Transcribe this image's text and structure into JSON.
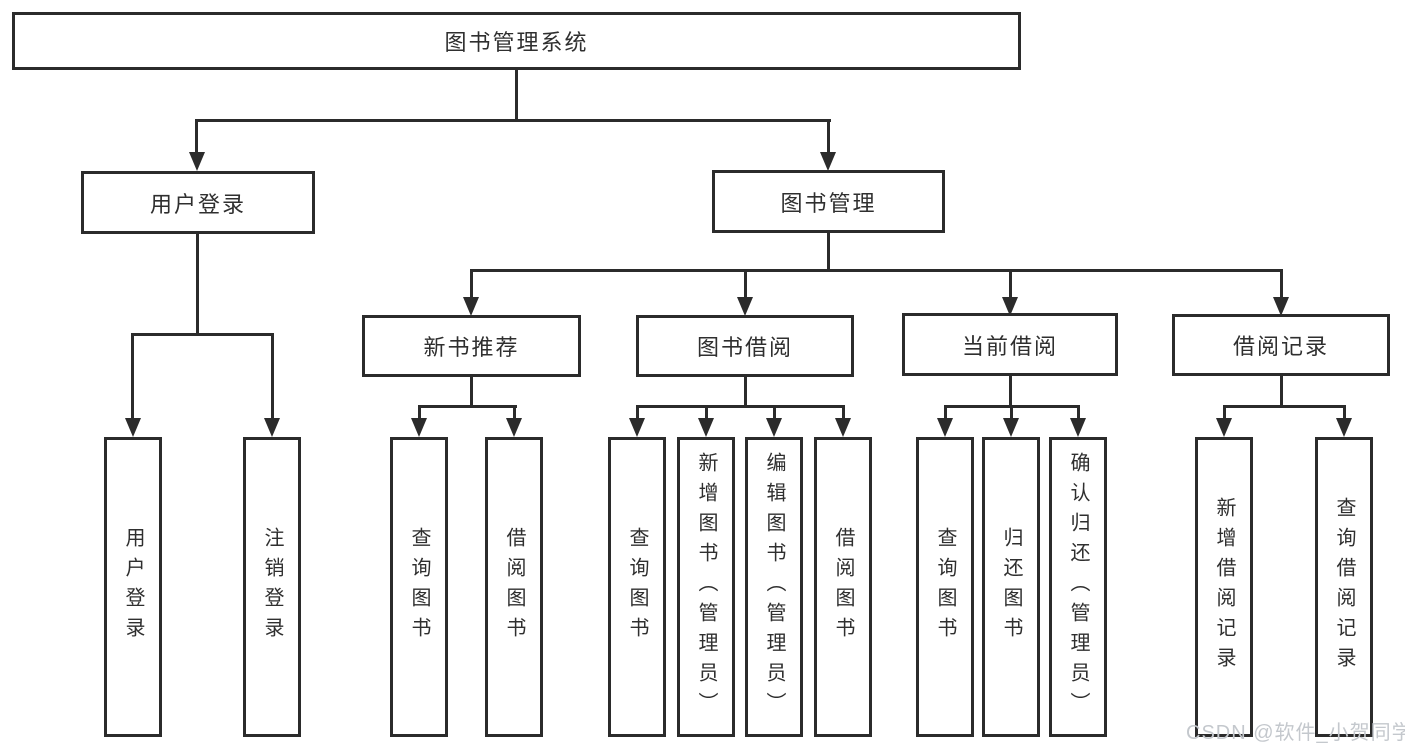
{
  "nodes": {
    "root": "图书管理系统",
    "user_login": "用户登录",
    "book_mgmt": "图书管理",
    "new_book_rec": "新书推荐",
    "book_borrow": "图书借阅",
    "current_borrow": "当前借阅",
    "borrow_record": "借阅记录",
    "leaf_user_login": "用户登录",
    "leaf_logout": "注销登录",
    "leaf_query_book_a": "查询图书",
    "leaf_borrow_book_a": "借阅图书",
    "leaf_query_book_b": "查询图书",
    "leaf_add_book": "新增图书（管理员）",
    "leaf_edit_book": "编辑图书（管理员）",
    "leaf_borrow_book_b": "借阅图书",
    "leaf_query_book_c": "查询图书",
    "leaf_return_book": "归还图书",
    "leaf_confirm_return": "确认归还（管理员）",
    "leaf_add_borrow_record": "新增借阅记录",
    "leaf_query_borrow_record": "查询借阅记录"
  },
  "watermark": "CSDN @软件_小贺同学",
  "colors": {
    "line": "#2b2b2b",
    "text": "#2f2f2f",
    "watermark": "#c4c8cd",
    "background": "#ffffff"
  }
}
